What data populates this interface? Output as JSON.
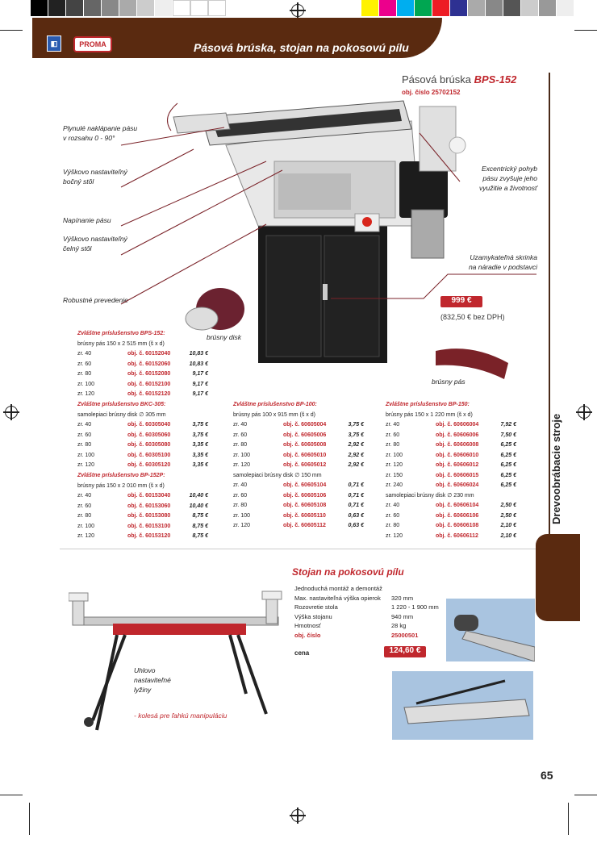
{
  "header": {
    "title": "Pásová brúska, stojan na pokosovú pílu",
    "logo_text": "PROMA"
  },
  "product": {
    "name_prefix": "Pásová brúska",
    "model": "BPS-152",
    "order_label": "obj. číslo 25702152"
  },
  "callouts": {
    "tilt": [
      "Plynulé naklápanie pásu",
      "v rozsahu 0 - 90°"
    ],
    "side_table": [
      "Výškovo nastaviteľný",
      "bočný stôl"
    ],
    "tension": "Napínanie pásu",
    "front_table": [
      "Výškovo nastaviteľný",
      "čelný stôl"
    ],
    "robust": "Robustné prevedenie",
    "eccentric": [
      "Excentrický pohyb",
      "pásu zvyšuje jeho",
      "využitie a životnosť"
    ],
    "cabinet": [
      "Uzamykateľná skrinka",
      "na náradie v podstavci"
    ],
    "disc_label": "brúsny disk",
    "belt_label": "brúsny pás"
  },
  "price_main": {
    "price": "999 €",
    "net": "(832,50  € bez DPH)"
  },
  "accessories": [
    {
      "head": "Zvláštne príslušenstvo BPS-152:",
      "desc": "brúsny pás 150 x 2 515 mm (š x d)",
      "rows": [
        [
          "zr. 40",
          "obj. č. 60152040",
          "10,83 €"
        ],
        [
          "zr. 60",
          "obj. č. 60152060",
          "10,83 €"
        ],
        [
          "zr. 80",
          "obj. č. 60152080",
          "9,17 €"
        ],
        [
          "zr. 100",
          "obj. č. 60152100",
          "9,17 €"
        ],
        [
          "zr. 120",
          "obj. č. 60152120",
          "9,17 €"
        ]
      ]
    },
    {
      "head": "Zvláštne príslušenstvo BKC-305:",
      "desc": "samolepiaci  brúsny disk ∅ 305 mm",
      "rows": [
        [
          "zr. 40",
          "obj. č. 60305040",
          "3,75 €"
        ],
        [
          "zr. 60",
          "obj. č. 60305060",
          "3,75 €"
        ],
        [
          "zr. 80",
          "obj. č. 60305080",
          "3,35 €"
        ],
        [
          "zr. 100",
          "obj. č. 60305100",
          "3,35 €"
        ],
        [
          "zr. 120",
          "obj. č. 60305120",
          "3,35 €"
        ]
      ]
    },
    {
      "head": "Zvláštne príslušenstvo BP-152P:",
      "desc": "brúsny pás 150 x 2 010 mm (š x d)",
      "rows": [
        [
          "zr. 40",
          "obj. č. 60153040",
          "10,40 €"
        ],
        [
          "zr. 60",
          "obj. č. 60153060",
          "10,40 €"
        ],
        [
          "zr. 80",
          "obj. č. 60153080",
          "8,75 €"
        ],
        [
          "zr. 100",
          "obj. č. 60153100",
          "8,75 €"
        ],
        [
          "zr. 120",
          "obj. č. 60153120",
          "8,75 €"
        ]
      ]
    },
    {
      "head": "Zvláštne príslušenstvo BP-100:",
      "desc": "brúsny pás 100 x 915 mm (š x d)",
      "rows": [
        [
          "zr. 40",
          "obj. č. 60605004",
          "3,75 €"
        ],
        [
          "zr. 60",
          "obj. č. 60605006",
          "3,75 €"
        ],
        [
          "zr. 80",
          "obj. č. 60605008",
          "2,92 €"
        ],
        [
          "zr. 100",
          "obj. č. 60605010",
          "2,92 €"
        ],
        [
          "zr. 120",
          "obj. č. 60605012",
          "2,92 €"
        ]
      ],
      "desc2": "samolepiaci  brúsny disk ∅ 150 mm",
      "rows2": [
        [
          "zr. 40",
          "obj. č. 60605104",
          "0,71 €"
        ],
        [
          "zr. 60",
          "obj. č. 60605106",
          "0,71 €"
        ],
        [
          "zr. 80",
          "obj. č. 60605108",
          "0,71 €"
        ],
        [
          "zr. 100",
          "obj. č. 60605110",
          "0,63 €"
        ],
        [
          "zr. 120",
          "obj. č. 60605112",
          "0,63 €"
        ]
      ]
    },
    {
      "head": "Zvláštne príslušenstvo BP-150:",
      "desc": "brúsny pás 150 x 1 220 mm (š x d)",
      "rows": [
        [
          "zr. 40",
          "obj. č. 60606004",
          "7,92 €"
        ],
        [
          "zr. 60",
          "obj. č. 60606006",
          "7,50 €"
        ],
        [
          "zr. 80",
          "obj. č. 60606008",
          "6,25 €"
        ],
        [
          "zr. 100",
          "obj. č. 60606010",
          "6,25 €"
        ],
        [
          "zr. 120",
          "obj. č. 60606012",
          "6,25 €"
        ],
        [
          "zr. 150",
          "obj. č. 60606015",
          "6,25 €"
        ],
        [
          "zr. 240",
          "obj. č. 60606024",
          "6,25 €"
        ]
      ],
      "desc2": "samolepiaci brúsny disk ∅ 230 mm",
      "rows2": [
        [
          "zr. 40",
          "obj. č. 60606104",
          "2,50 €"
        ],
        [
          "zr. 60",
          "obj. č. 60606106",
          "2,50 €"
        ],
        [
          "zr. 80",
          "obj. č. 60606108",
          "2,10 €"
        ],
        [
          "zr. 120",
          "obj. č. 60606112",
          "2,10 €"
        ]
      ]
    }
  ],
  "stand": {
    "title": "Stojan na pokosovú pílu",
    "intro": "Jednoduchá montáž a demontáž",
    "specs": [
      [
        "Max. nastaviteľná výška opierok",
        "320 mm"
      ],
      [
        "Rozovretie stola",
        "1 220 - 1 900 mm"
      ],
      [
        "Výška stojanu",
        "940 mm"
      ],
      [
        "Hmotnosť",
        "28 kg"
      ]
    ],
    "order_key": "obj. číslo",
    "order_val": "25000501",
    "price_label": "cena",
    "price": "124,60 €",
    "callout1": [
      "Uhlovo",
      "nastaviteľné",
      "lyžiny"
    ],
    "callout2": "- kolesá pre ľahkú manipuláciu"
  },
  "side_tab": "Drevoobrábacie stroje",
  "page_number": "65",
  "colors": {
    "brand_brown": "#5a2a10",
    "accent_red": "#c0272d"
  }
}
